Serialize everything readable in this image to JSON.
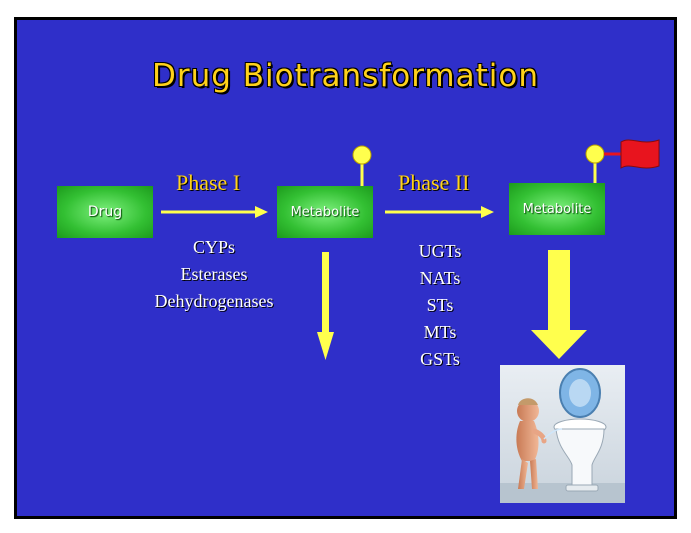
{
  "title": "Drug Biotransformation",
  "boxes": {
    "drug": "Drug",
    "metabolite_1": "Metabolite",
    "metabolite_2": "Metabolite"
  },
  "phases": {
    "phase1": {
      "label": "Phase I",
      "enzymes": [
        "CYPs",
        "Esterases",
        "Dehydrogenases"
      ]
    },
    "phase2": {
      "label": "Phase II",
      "enzymes": [
        "UGTs",
        "NATs",
        "STs",
        "MTs",
        "GSTs"
      ]
    }
  },
  "colors": {
    "background": "#2f2fc9",
    "title": "#ffd21a",
    "arrow": "#ffff4d",
    "box": "#33c033",
    "flag": "#e8141e"
  },
  "icons": {
    "conjugate_pin": "pin-icon",
    "flag": "flag-icon",
    "excretion_picture": "child-toilet-illustration"
  }
}
